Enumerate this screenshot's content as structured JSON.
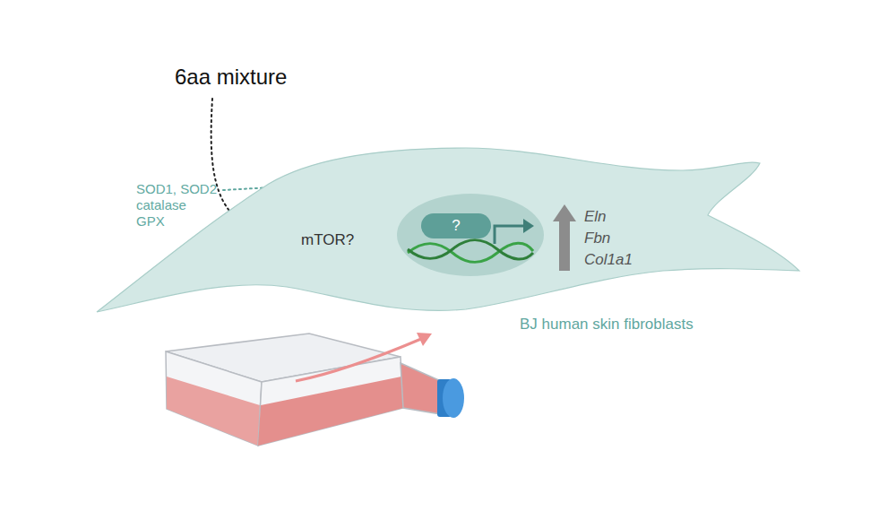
{
  "diagram": {
    "nodes": [
      {
        "text": [
          "6aa mixture"
        ]
      },
      {
        "text": [
          "BJ human skin fibroblasts"
        ]
      },
      {
        "text": [
          "SOD1, SOD2 catalase GPX"
        ],
        "in": 1
      },
      {
        "text": [
          "mTOR?"
        ],
        "in": 1
      },
      {
        "text": [
          "?"
        ],
        "in": 1
      }
    ],
    "edges": [
      {
        "from": 0,
        "to": 3,
        "arrow": "to"
      },
      {
        "from": 3,
        "to": 4,
        "arrow": "to"
      },
      {
        "from": 2,
        "to": 4,
        "arrow": "none"
      }
    ],
    "labels": [
      "Eln Fbn Col1a1"
    ]
  }
}
